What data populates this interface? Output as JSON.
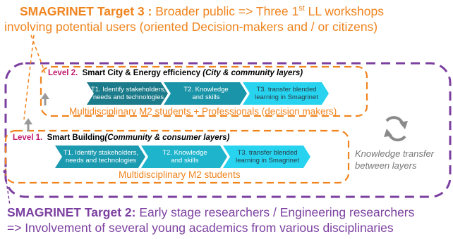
{
  "target3": {
    "bold": "SMAGRINET Target 3 :",
    "text_a": " Broader public => Three 1",
    "sup": "st",
    "text_b": " LL workshops",
    "line2": "involving potential users (oriented Decision-makers and / or citizens)"
  },
  "level2": {
    "num": "Level 2.",
    "title": "Smart City & Energy efficiency",
    "desc": "(City & community layers)",
    "steps": [
      {
        "line1": "T1. Identify stakeholders,",
        "line2": "needs and technologies"
      },
      {
        "line1": "T2. Knowledge",
        "line2": "and skills"
      },
      {
        "line1": "T3. transfer blended",
        "line2": "learning in Smagrinet"
      }
    ],
    "audience": "Multidisciplinary M2 students + Professionals (decision makers)"
  },
  "level1": {
    "num": "Level 1.",
    "title": "Smart Building",
    "desc": "(Community & consumer layers)",
    "steps": [
      {
        "line1": "T1. Identify stakeholders,",
        "line2": "needs and technologies"
      },
      {
        "line1": "T2. Knowledge",
        "line2": "and skills"
      },
      {
        "line1": "T3. transfer blended",
        "line2": "learning in Smagrinet"
      }
    ],
    "audience": "Multidisciplinary M2 students"
  },
  "knowledge": {
    "line1": "Knowledge transfer",
    "line2": "between layers"
  },
  "target2": {
    "bold": "SMAGRINET Target 2:",
    "text": " Early stage researchers / Engineering researchers",
    "line2": "=> Involvement of several young academics from various disciplinaries"
  },
  "colors": {
    "orange": "#f0841e",
    "purple": "#7b3fa0",
    "teal_dark": "#1a7f8e",
    "cyan": "#21c8e8",
    "magenta": "#c0176b"
  }
}
